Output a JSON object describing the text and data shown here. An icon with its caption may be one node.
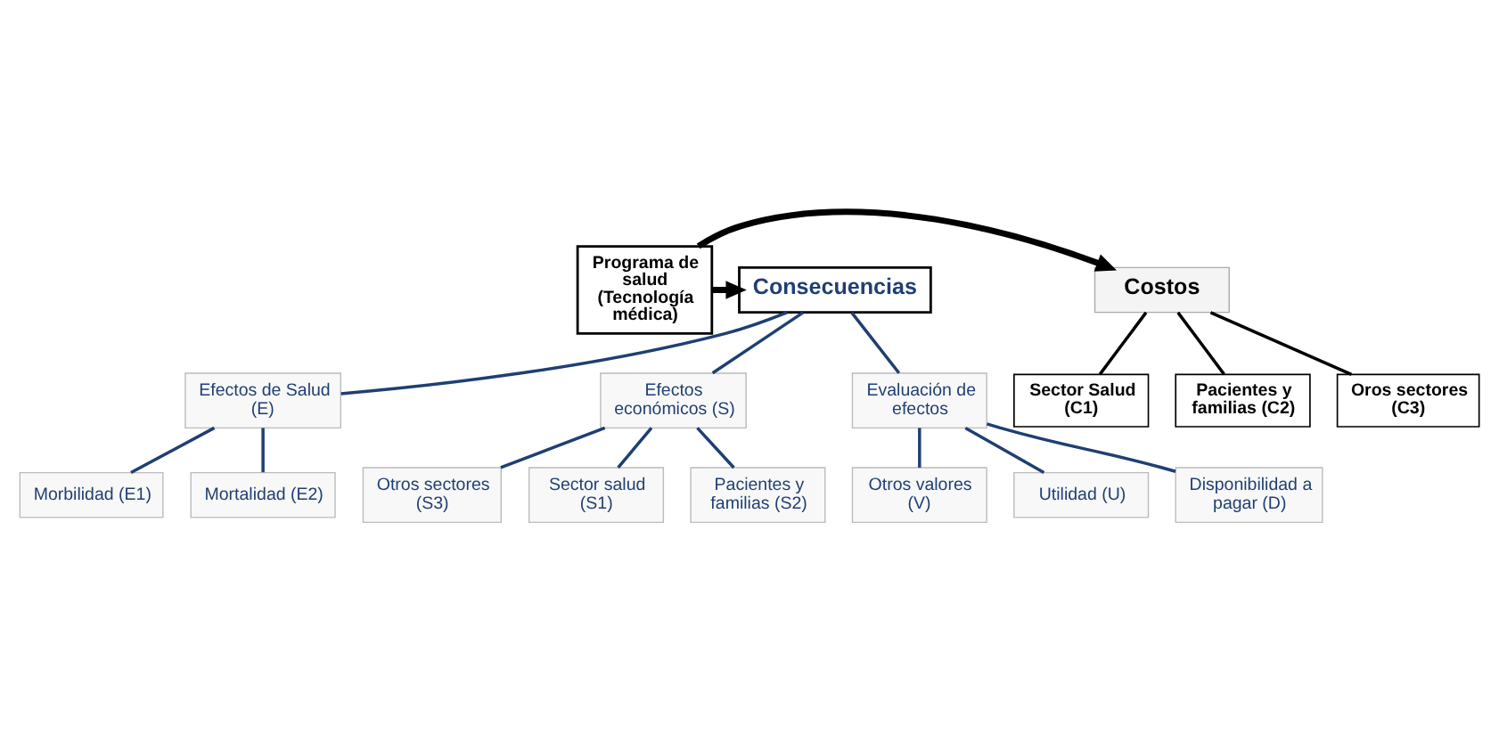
{
  "diagram": {
    "nodes": [
      {
        "text": [
          "Programa de salud (Tecnología médica)"
        ]
      },
      {
        "text": [
          "Costos"
        ]
      },
      {
        "text": [
          "Sector Salud  (C1)"
        ]
      },
      {
        "text": [
          "Pacientes y familias (C2)"
        ]
      },
      {
        "text": [
          "Oros sectores (C3)"
        ]
      },
      {
        "text": [
          "Consecuencias"
        ]
      },
      {
        "text": [
          "Efectos de Salud (E)"
        ]
      },
      {
        "text": [
          "Efectos económicos (S)"
        ]
      },
      {
        "text": [
          "Evaluación de efectos"
        ]
      },
      {
        "text": [
          "Morbilidad (E1)"
        ]
      },
      {
        "text": [
          "Mortalidad (E2)"
        ]
      },
      {
        "text": [
          "Sector salud (S1)"
        ]
      },
      {
        "text": [
          "Pacientes y familias (S2)"
        ]
      },
      {
        "text": [
          "Otros sectores (S3)"
        ]
      },
      {
        "text": [
          "Utilidad (U)"
        ]
      },
      {
        "text": [
          "Disponibilidad a pagar (D)"
        ]
      },
      {
        "text": [
          "Otros valores (V)"
        ]
      }
    ],
    "edges": [
      {
        "from": 0,
        "to": 1,
        "arrow": "to",
        "style": "thick",
        "color": "#000000"
      },
      {
        "from": 0,
        "to": 5,
        "arrow": "to",
        "style": "thick",
        "color": "#000000"
      },
      {
        "from": 1,
        "to": 2,
        "arrow": "none",
        "color": "#000000"
      },
      {
        "from": 1,
        "to": 3,
        "arrow": "none",
        "color": "#000000"
      },
      {
        "from": 1,
        "to": 4,
        "arrow": "none",
        "color": "#000000"
      },
      {
        "from": 5,
        "to": 6,
        "arrow": "none"
      },
      {
        "from": 5,
        "to": 7,
        "arrow": "none"
      },
      {
        "from": 5,
        "to": 8,
        "arrow": "none"
      },
      {
        "from": 6,
        "to": 9,
        "arrow": "none"
      },
      {
        "from": 6,
        "to": 10,
        "arrow": "none"
      },
      {
        "from": 7,
        "to": 11,
        "arrow": "none"
      },
      {
        "from": 7,
        "to": 12,
        "arrow": "none"
      },
      {
        "from": 7,
        "to": 13,
        "arrow": "none"
      },
      {
        "from": 8,
        "to": 14,
        "arrow": "none"
      },
      {
        "from": 8,
        "to": 15,
        "arrow": "none"
      },
      {
        "from": 8,
        "to": 16,
        "arrow": "none"
      }
    ]
  }
}
